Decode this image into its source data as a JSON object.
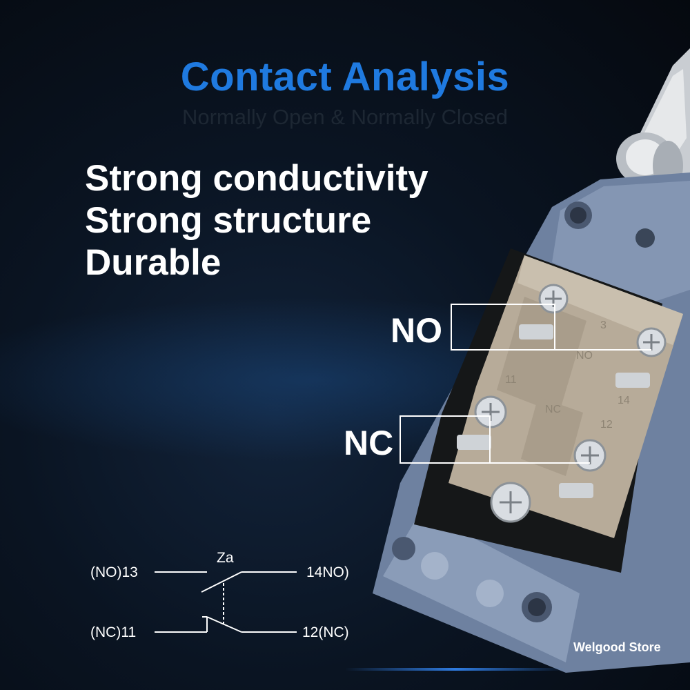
{
  "header": {
    "title": "Contact Analysis",
    "subtitle": "Normally Open & Normally Closed"
  },
  "features": [
    "Strong conductivity",
    "Strong structure",
    "Durable"
  ],
  "callouts": {
    "no": "NO",
    "nc": "NC"
  },
  "diagram": {
    "za": "Za",
    "no_left": "(NO)13",
    "no_right": "14NO)",
    "nc_left": "(NC)11",
    "nc_right": "12(NC)"
  },
  "device_marks": {
    "terminal_3": "3",
    "no_mark": "NO",
    "terminal_11": "11",
    "terminal_14": "14",
    "nc_mark": "NC",
    "terminal_12": "12"
  },
  "store": "Welgood Store",
  "colors": {
    "title_blue": "#1f7ae0",
    "device_blue": "#7b8fae",
    "terminal_block": "#b7ab99"
  }
}
